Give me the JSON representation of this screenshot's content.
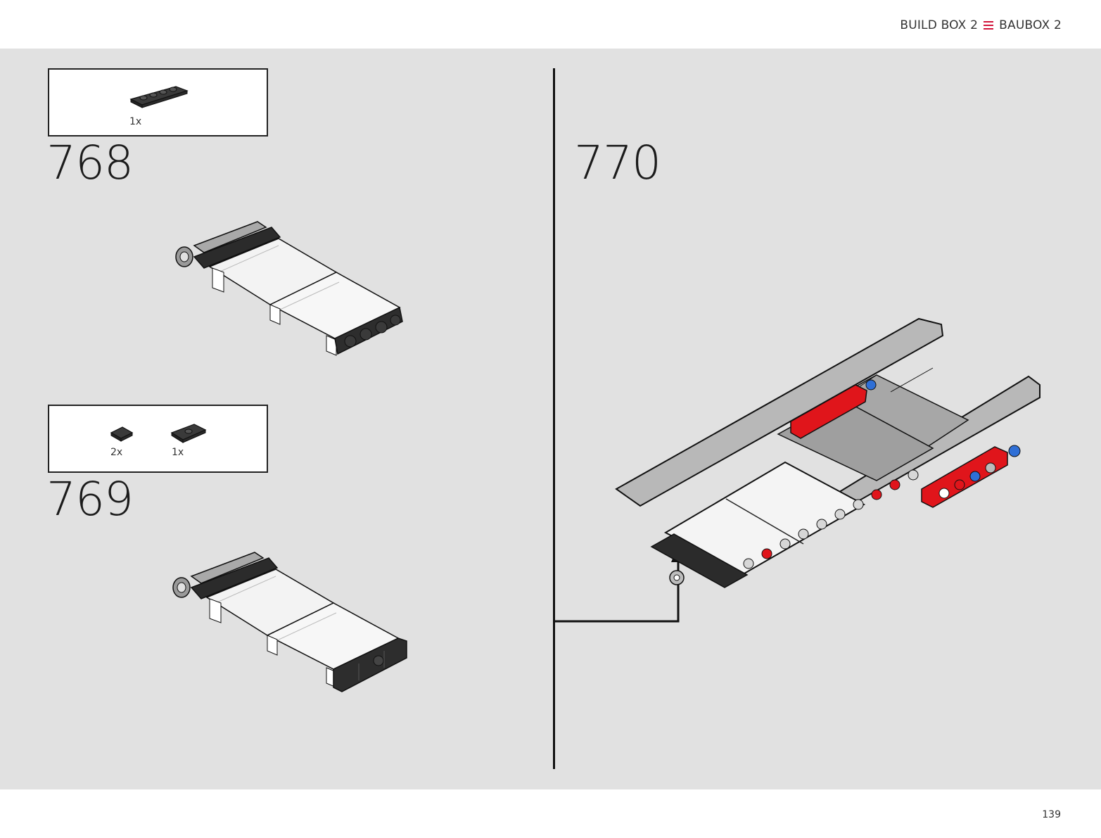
{
  "header": {
    "left_label": "BUILD BOX 2",
    "menu_icon": "hamburger-menu-icon",
    "right_label": "BAUBOX 2",
    "accent_color": "#d2143a"
  },
  "steps": [
    {
      "number": "768",
      "parts": [
        {
          "qty": "1x",
          "icon": "black-plate-1x4-icon"
        }
      ]
    },
    {
      "number": "769",
      "parts": [
        {
          "qty": "2x",
          "icon": "black-tile-2x2-icon"
        },
        {
          "qty": "1x",
          "icon": "black-jumper-plate-icon"
        }
      ]
    },
    {
      "number": "770",
      "parts": []
    }
  ],
  "footer": {
    "page_number": "139"
  },
  "colors": {
    "background": "#e1e1e1",
    "red_part": "#e0151b",
    "blue_part": "#2f6fd6",
    "gray_part": "#b8b8b8"
  }
}
